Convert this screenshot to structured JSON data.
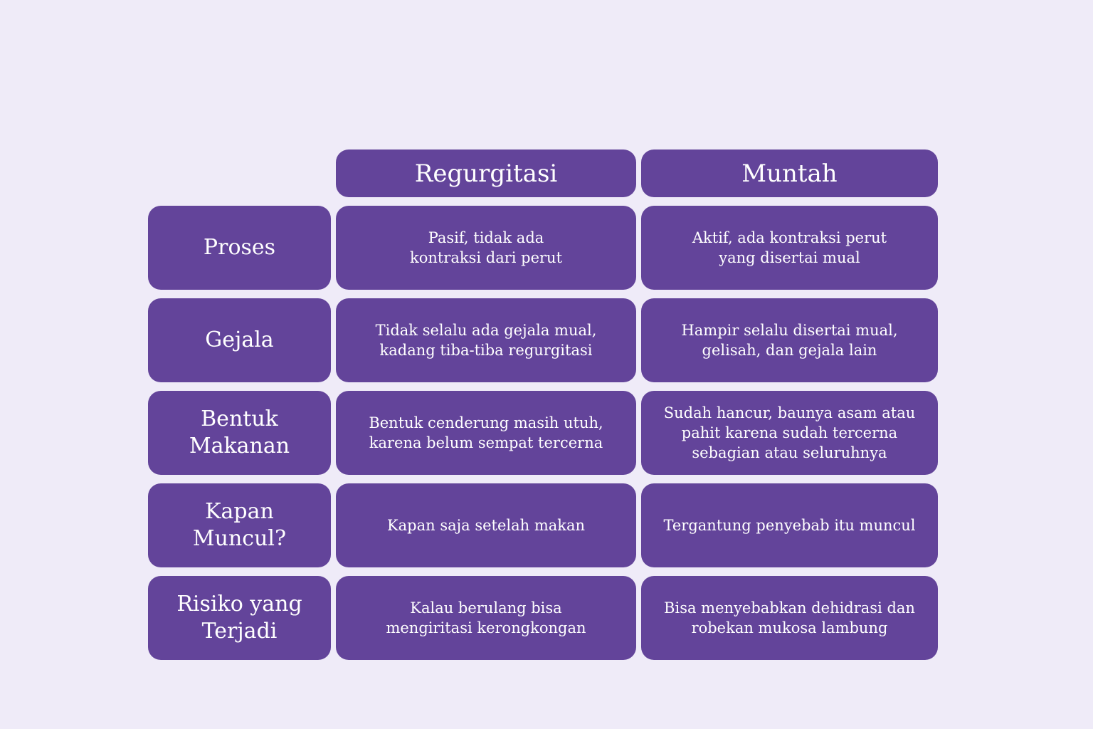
{
  "colors": {
    "background": "#efebf8",
    "cell": "#63449a",
    "text": "#ffffff"
  },
  "headers": {
    "col1": "Regurgitasi",
    "col2": "Muntah"
  },
  "rows": [
    {
      "label": "Proses",
      "regurgitasi": "Pasif, tidak ada\nkontraksi dari perut",
      "muntah": "Aktif, ada kontraksi perut\nyang disertai mual"
    },
    {
      "label": "Gejala",
      "regurgitasi": "Tidak selalu ada gejala mual,\nkadang tiba-tiba regurgitasi",
      "muntah": "Hampir selalu disertai mual,\ngelisah, dan gejala lain"
    },
    {
      "label": "Bentuk\nMakanan",
      "regurgitasi": "Bentuk cenderung masih utuh,\nkarena belum sempat tercerna",
      "muntah": "Sudah hancur, baunya asam atau\npahit karena sudah tercerna\nsebagian atau seluruhnya"
    },
    {
      "label": "Kapan\nMuncul?",
      "regurgitasi": "Kapan saja setelah makan",
      "muntah": "Tergantung penyebab itu muncul"
    },
    {
      "label": "Risiko yang\nTerjadi",
      "regurgitasi": "Kalau berulang bisa\nmengiritasi kerongkongan",
      "muntah": "Bisa menyebabkan dehidrasi dan\nrobekan mukosa lambung"
    }
  ]
}
